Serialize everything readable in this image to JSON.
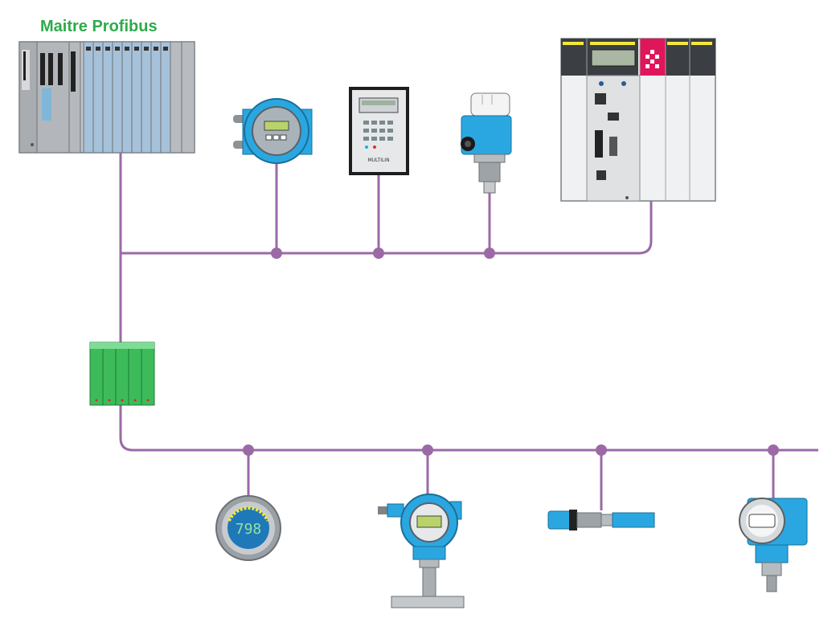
{
  "master": {
    "title": "Maitre Profibus"
  },
  "devices": {
    "relay_brand": "MULTILIN",
    "display_value": "798"
  },
  "colors": {
    "bus": "#9b6aa6",
    "title": "#2eaa4a",
    "device_blue": "#2aa7e0",
    "rack_gray": "#b8bcc0",
    "module_green": "#3dbb5a",
    "accent_red": "#e0165b",
    "display_green": "#8fc23f"
  }
}
